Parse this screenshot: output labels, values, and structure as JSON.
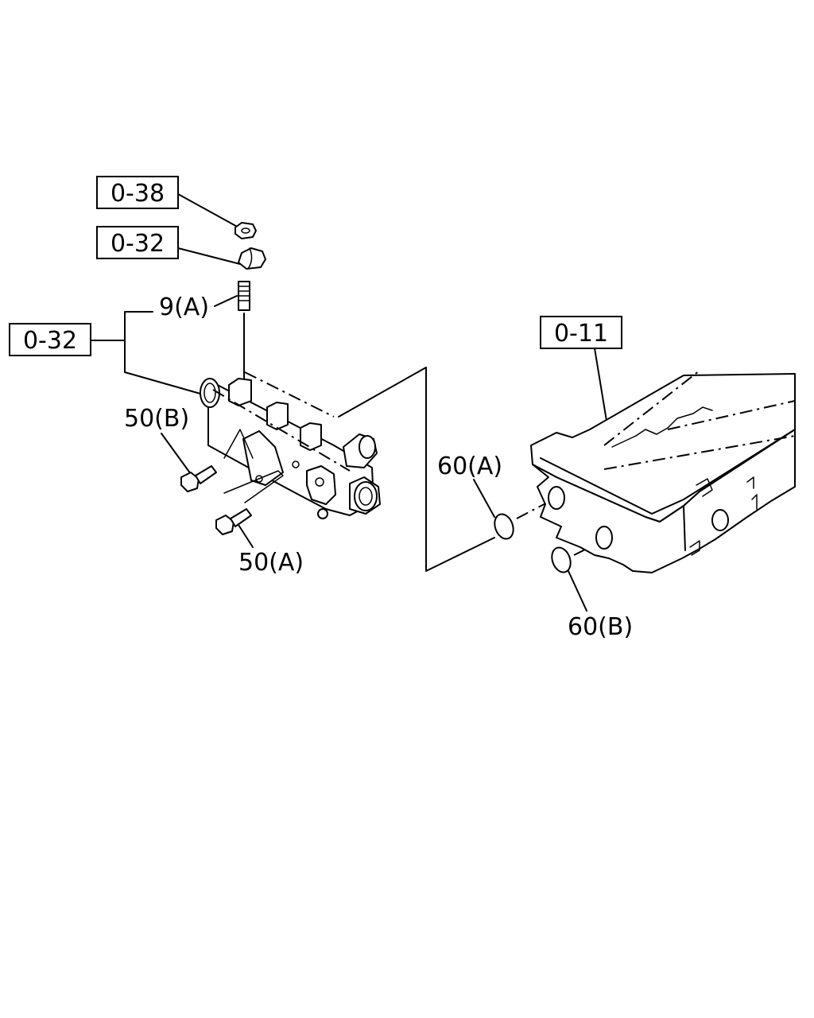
{
  "refs": {
    "ref_038": "0-38",
    "ref_032_top": "0-32",
    "ref_032_left": "0-32",
    "ref_011": "0-11"
  },
  "parts": {
    "p9a": "9(A)",
    "p50b": "50(B)",
    "p50a": "50(A)",
    "p60a": "60(A)",
    "p60b": "60(B)"
  }
}
